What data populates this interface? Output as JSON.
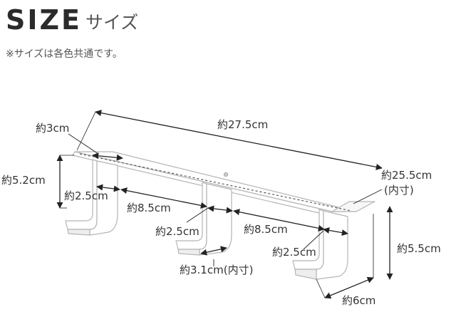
{
  "header": {
    "title": "SIZE",
    "subtitle": "サイズ",
    "note": "※サイズは各色共通です。"
  },
  "dimensions": {
    "overall_width": "約27.5cm",
    "end_tab": "約3cm",
    "height_left": "約5.2cm",
    "hook_width_1": "約2.5cm",
    "spacing_1": "約8.5cm",
    "hook_width_2": "約2.5cm",
    "spacing_2": "約8.5cm",
    "hook_width_3": "約2.5cm",
    "hook_inner_width": "約3.1cm(内寸)",
    "inner_length_value": "約25.5cm",
    "inner_length_note": "(内寸)",
    "height_right": "約5.5cm",
    "hook_depth": "約6cm"
  }
}
